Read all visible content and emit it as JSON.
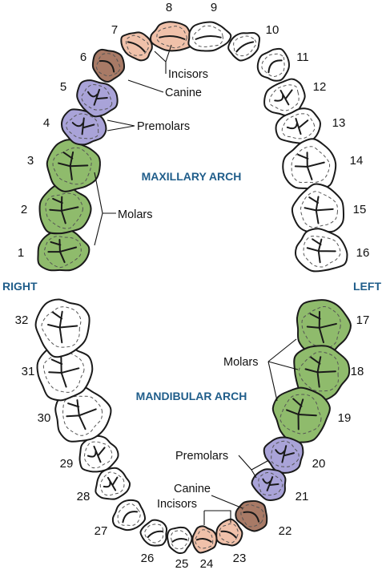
{
  "arches": {
    "maxillary": "MAXILLARY ARCH",
    "mandibular": "MANDIBULAR ARCH"
  },
  "sides": {
    "right": "RIGHT",
    "left": "LEFT"
  },
  "upper_labels": {
    "incisors": "Incisors",
    "canine": "Canine",
    "premolars": "Premolars",
    "molars": "Molars"
  },
  "lower_labels": {
    "molars": "Molars",
    "premolars": "Premolars",
    "canine": "Canine",
    "incisors": "Incisors"
  },
  "colors": {
    "molar": "#8fbb6c",
    "premolar": "#a9a3d8",
    "canine": "#a87a66",
    "incisor": "#f0c1aa",
    "plain": "#ffffff",
    "arch_text": "#1f5d8a"
  },
  "teeth": [
    {
      "n": "1",
      "type": "molar",
      "colored": true
    },
    {
      "n": "2",
      "type": "molar",
      "colored": true
    },
    {
      "n": "3",
      "type": "molar",
      "colored": true
    },
    {
      "n": "4",
      "type": "premolar",
      "colored": true
    },
    {
      "n": "5",
      "type": "premolar",
      "colored": true
    },
    {
      "n": "6",
      "type": "canine",
      "colored": true
    },
    {
      "n": "7",
      "type": "incisor",
      "colored": true
    },
    {
      "n": "8",
      "type": "incisor",
      "colored": true
    },
    {
      "n": "9",
      "type": "incisor",
      "colored": false
    },
    {
      "n": "10",
      "type": "incisor",
      "colored": false
    },
    {
      "n": "11",
      "type": "canine",
      "colored": false
    },
    {
      "n": "12",
      "type": "premolar",
      "colored": false
    },
    {
      "n": "13",
      "type": "premolar",
      "colored": false
    },
    {
      "n": "14",
      "type": "molar",
      "colored": false
    },
    {
      "n": "15",
      "type": "molar",
      "colored": false
    },
    {
      "n": "16",
      "type": "molar",
      "colored": false
    },
    {
      "n": "17",
      "type": "molar",
      "colored": true
    },
    {
      "n": "18",
      "type": "molar",
      "colored": true
    },
    {
      "n": "19",
      "type": "molar",
      "colored": true
    },
    {
      "n": "20",
      "type": "premolar",
      "colored": true
    },
    {
      "n": "21",
      "type": "premolar",
      "colored": true
    },
    {
      "n": "22",
      "type": "canine",
      "colored": true
    },
    {
      "n": "23",
      "type": "incisor",
      "colored": true
    },
    {
      "n": "24",
      "type": "incisor",
      "colored": true
    },
    {
      "n": "25",
      "type": "incisor",
      "colored": false
    },
    {
      "n": "26",
      "type": "incisor",
      "colored": false
    },
    {
      "n": "27",
      "type": "canine",
      "colored": false
    },
    {
      "n": "28",
      "type": "premolar",
      "colored": false
    },
    {
      "n": "29",
      "type": "premolar",
      "colored": false
    },
    {
      "n": "30",
      "type": "molar",
      "colored": false
    },
    {
      "n": "31",
      "type": "molar",
      "colored": false
    },
    {
      "n": "32",
      "type": "molar",
      "colored": false
    }
  ]
}
